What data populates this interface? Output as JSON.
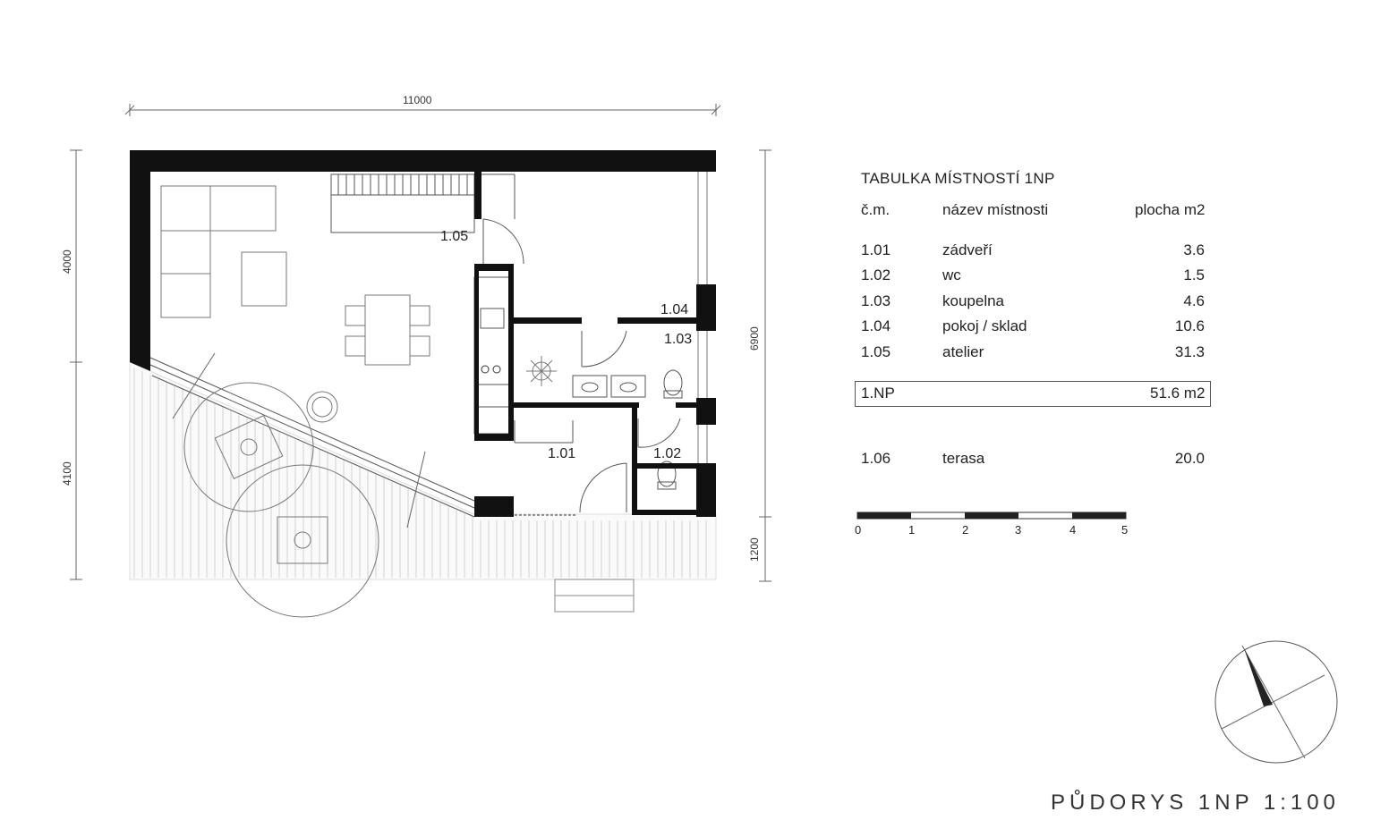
{
  "drawing": {
    "title": "PŮDORYS 1NP 1:100",
    "dimensions": {
      "top_width": "11000",
      "left_upper": "4000",
      "left_lower": "4100",
      "right_main": "6900",
      "right_lower": "1200"
    },
    "room_labels": {
      "r105": "1.05",
      "r104": "1.04",
      "r103": "1.03",
      "r101": "1.01",
      "r102": "1.02"
    }
  },
  "room_table": {
    "title": "TABULKA MÍSTNOSTÍ  1NP",
    "headers": {
      "number": "č.m.",
      "name": "název místnosti",
      "area": "plocha m2"
    },
    "rows": [
      {
        "number": "1.01",
        "name": "zádveří",
        "area": "3.6"
      },
      {
        "number": "1.02",
        "name": "wc",
        "area": "1.5"
      },
      {
        "number": "1.03",
        "name": "koupelna",
        "area": "4.6"
      },
      {
        "number": "1.04",
        "name": "pokoj / sklad",
        "area": "10.6"
      },
      {
        "number": "1.05",
        "name": "atelier",
        "area": "31.3"
      }
    ],
    "total": {
      "label": "1.NP",
      "area": "51.6 m2"
    },
    "terrace": {
      "number": "1.06",
      "name": "terasa",
      "area": "20.0"
    }
  },
  "scale_bar": {
    "ticks": [
      "0",
      "1",
      "2",
      "3",
      "4",
      "5"
    ]
  },
  "icons": [
    "north-arrow-icon",
    "sofa-icon",
    "dining-table-icon",
    "stove-icon",
    "toilet-icon",
    "sink-icon",
    "tree-icon"
  ]
}
